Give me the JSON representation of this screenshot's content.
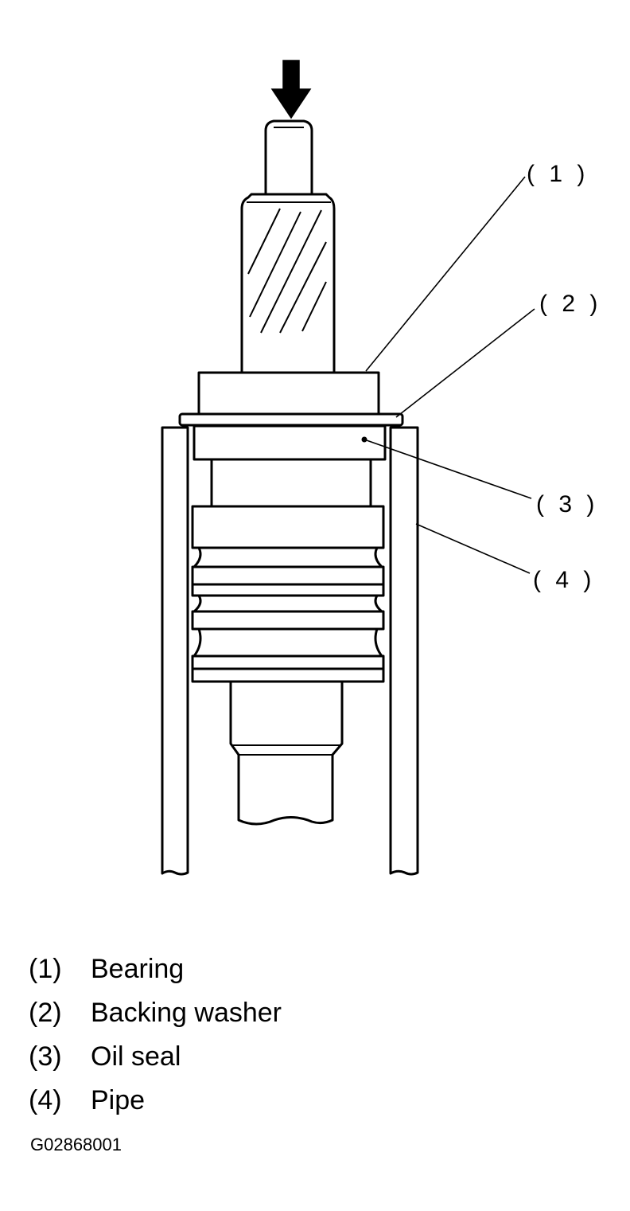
{
  "callouts": [
    {
      "id": "1",
      "label": "( 1 )"
    },
    {
      "id": "2",
      "label": "( 2 )"
    },
    {
      "id": "3",
      "label": "( 3 )"
    },
    {
      "id": "4",
      "label": "( 4 )"
    }
  ],
  "legend": [
    {
      "number": "(1)",
      "text": "Bearing"
    },
    {
      "number": "(2)",
      "text": "Backing washer"
    },
    {
      "number": "(3)",
      "text": "Oil seal"
    },
    {
      "number": "(4)",
      "text": "Pipe"
    }
  ],
  "figure_code": "G02868001",
  "colors": {
    "line": "#000000",
    "background": "#ffffff"
  },
  "icons": {
    "press_direction": "down-arrow-icon"
  }
}
